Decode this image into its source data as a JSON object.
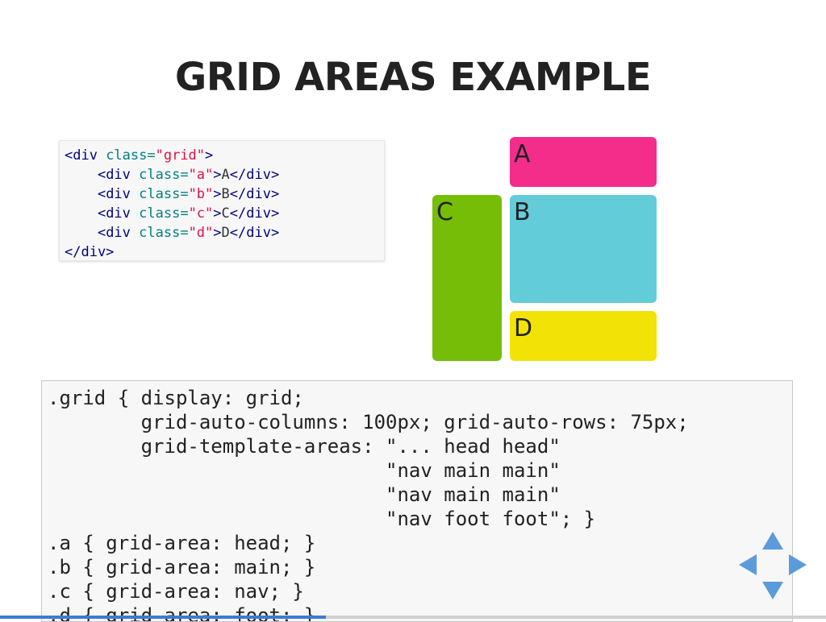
{
  "slide": {
    "title": "GRID AREAS EXAMPLE",
    "html_code": [
      [
        {
          "c": "tag",
          "t": "<div "
        },
        {
          "c": "attr",
          "t": "class="
        },
        {
          "c": "val",
          "t": "\"grid\""
        },
        {
          "c": "tag",
          "t": ">"
        }
      ],
      [
        {
          "c": "txt",
          "t": "    "
        },
        {
          "c": "tag",
          "t": "<div "
        },
        {
          "c": "attr",
          "t": "class="
        },
        {
          "c": "val",
          "t": "\"a\""
        },
        {
          "c": "tag",
          "t": ">"
        },
        {
          "c": "txt",
          "t": "A"
        },
        {
          "c": "tag",
          "t": "</div>"
        }
      ],
      [
        {
          "c": "txt",
          "t": "    "
        },
        {
          "c": "tag",
          "t": "<div "
        },
        {
          "c": "attr",
          "t": "class="
        },
        {
          "c": "val",
          "t": "\"b\""
        },
        {
          "c": "tag",
          "t": ">"
        },
        {
          "c": "txt",
          "t": "B"
        },
        {
          "c": "tag",
          "t": "</div>"
        }
      ],
      [
        {
          "c": "txt",
          "t": "    "
        },
        {
          "c": "tag",
          "t": "<div "
        },
        {
          "c": "attr",
          "t": "class="
        },
        {
          "c": "val",
          "t": "\"c\""
        },
        {
          "c": "tag",
          "t": ">"
        },
        {
          "c": "txt",
          "t": "C"
        },
        {
          "c": "tag",
          "t": "</div>"
        }
      ],
      [
        {
          "c": "txt",
          "t": "    "
        },
        {
          "c": "tag",
          "t": "<div "
        },
        {
          "c": "attr",
          "t": "class="
        },
        {
          "c": "val",
          "t": "\"d\""
        },
        {
          "c": "tag",
          "t": ">"
        },
        {
          "c": "txt",
          "t": "D"
        },
        {
          "c": "tag",
          "t": "</div>"
        }
      ],
      [
        {
          "c": "tag",
          "t": "</div>"
        }
      ]
    ],
    "grid_boxes": [
      {
        "id": "a",
        "label": "A",
        "color": "#f42d8a"
      },
      {
        "id": "b",
        "label": "B",
        "color": "#63ccd9"
      },
      {
        "id": "c",
        "label": "C",
        "color": "#75bd07"
      },
      {
        "id": "d",
        "label": "D",
        "color": "#f2e205"
      }
    ],
    "css_code": [
      ".grid { display: grid;",
      "        grid-auto-columns: 100px; grid-auto-rows: 75px;",
      "        grid-template-areas: \"... head head\"",
      "                             \"nav main main\"",
      "                             \"nav main main\"",
      "                             \"nav foot foot\"; }",
      ".a { grid-area: head; }",
      ".b { grid-area: main; }",
      ".c { grid-area: nav; }",
      ".d { grid-area: foot; }"
    ]
  },
  "navigation": {
    "arrow_color": "#5b9bdc",
    "icons": [
      "arrow-up-icon",
      "arrow-down-icon",
      "arrow-left-icon",
      "arrow-right-icon"
    ]
  },
  "progress": {
    "fraction": 0.395,
    "color": "#3a7bd5",
    "track_color": "#d0d0d0"
  }
}
